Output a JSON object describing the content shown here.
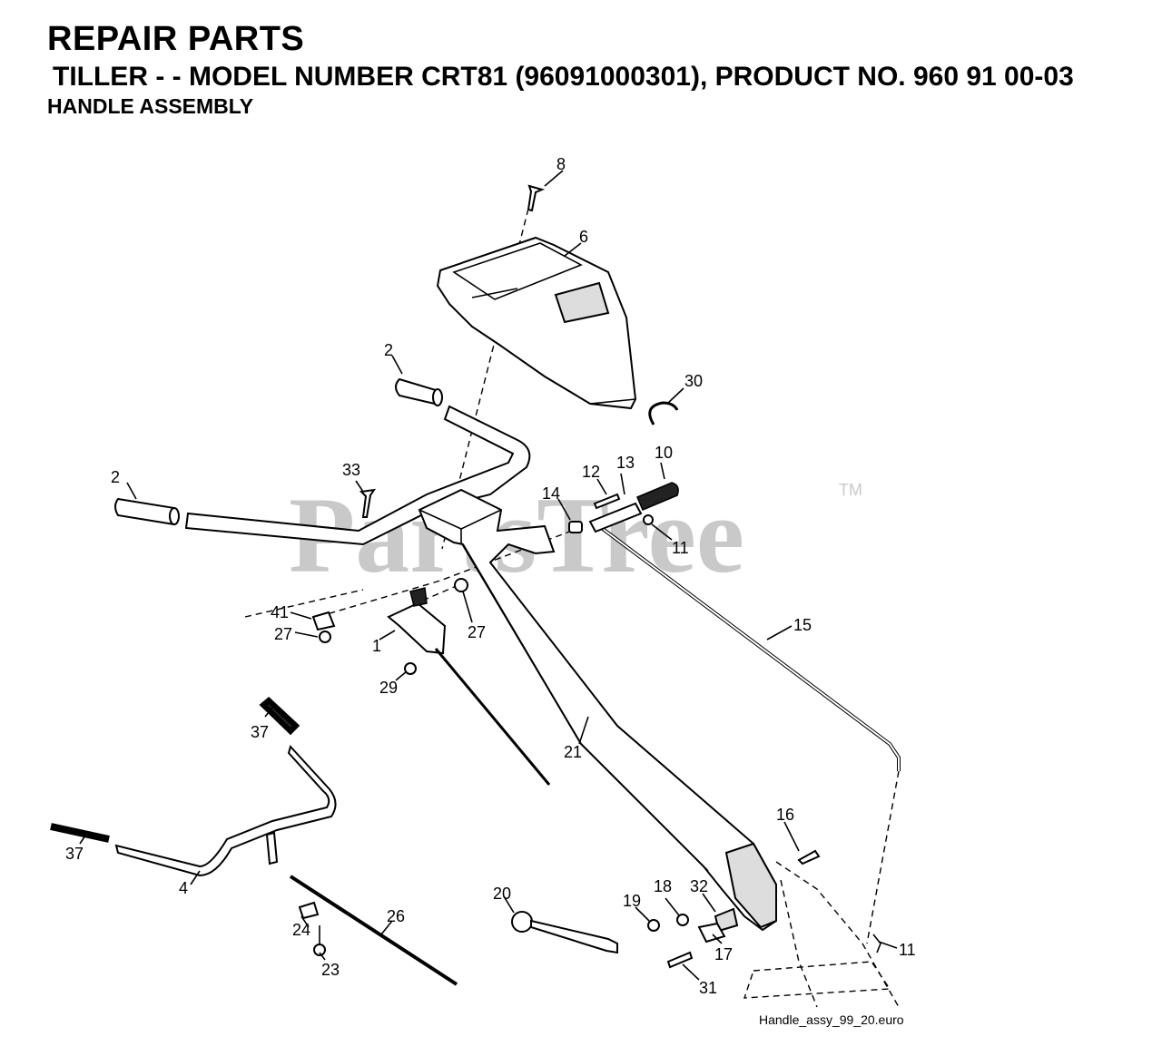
{
  "header": {
    "title": "REPAIR PARTS",
    "subtitle": "TILLER - - MODEL NUMBER CRT81 (96091000301), PRODUCT NO. 960 91 00-03",
    "section": "HANDLE ASSEMBLY"
  },
  "watermark": {
    "text": "PartsTree",
    "trademark": "TM"
  },
  "footer": {
    "filename": "Handle_assy_99_20.euro"
  },
  "callouts": {
    "c8": "8",
    "c6": "6",
    "c2a": "2",
    "c30": "30",
    "c33": "33",
    "c2b": "2",
    "c12": "12",
    "c13": "13",
    "c10": "10",
    "c14": "14",
    "c11a": "11",
    "c41": "41",
    "c27a": "27",
    "c27b": "27",
    "c1": "1",
    "c29": "29",
    "c15": "15",
    "c37a": "37",
    "c21": "21",
    "c16": "16",
    "c37b": "37",
    "c4": "4",
    "c26": "26",
    "c20": "20",
    "c19": "19",
    "c18": "18",
    "c32": "32",
    "c24": "24",
    "c17": "17",
    "c11b": "11",
    "c23": "23",
    "c31": "31"
  }
}
